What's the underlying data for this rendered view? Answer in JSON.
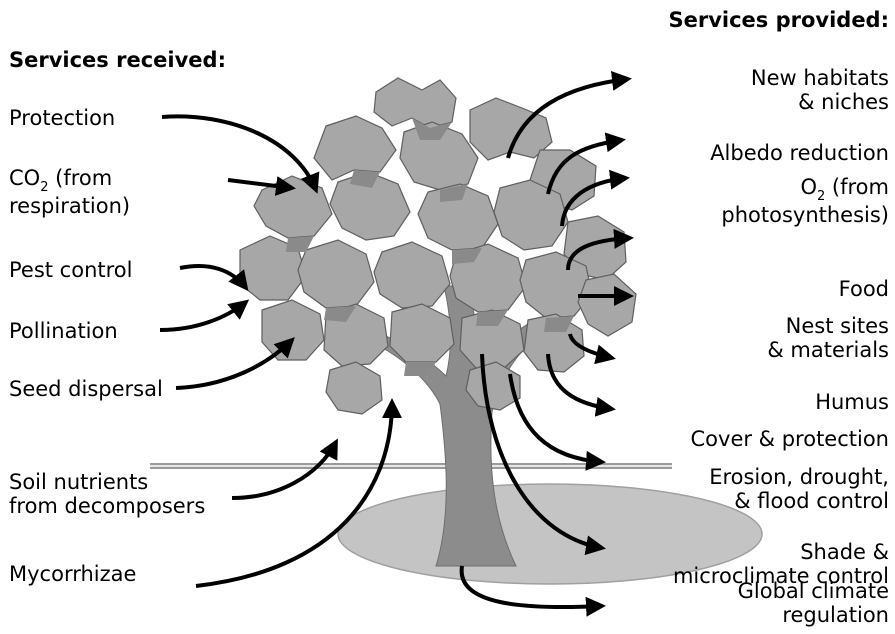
{
  "received": {
    "heading": "Services received:",
    "items": [
      {
        "text": "Protection"
      },
      {
        "pre": "CO",
        "sub": "2",
        "post": " (from",
        "line2": "respiration)"
      },
      {
        "text": "Pest control"
      },
      {
        "text": "Pollination"
      },
      {
        "text": "Seed dispersal"
      },
      {
        "line1": "Soil nutrients",
        "line2": "from decomposers"
      },
      {
        "text": "Mycorrhizae"
      }
    ]
  },
  "provided": {
    "heading": "Services provided:",
    "items": [
      {
        "line1": "New habitats",
        "line2": "& niches"
      },
      {
        "text": "Albedo reduction"
      },
      {
        "pre": "O",
        "sub": "2",
        "post": " (from",
        "line2": "photosynthesis)"
      },
      {
        "text": "Food"
      },
      {
        "line1": "Nest sites",
        "line2": "& materials"
      },
      {
        "text": "Humus"
      },
      {
        "text": "Cover & protection"
      },
      {
        "line1": "Erosion, drought,",
        "line2": "& flood control"
      },
      {
        "line1": "Shade &",
        "line2": "microclimate control"
      },
      {
        "line1": "Global climate",
        "line2": "regulation"
      }
    ]
  },
  "colors": {
    "foliage": "#a7a7a7",
    "foliage_dark": "#8a8a8a",
    "trunk": "#8c8c8c",
    "shadow": "#c4c4c4",
    "ground_line": "#9a9a9a",
    "arrow": "#000000"
  }
}
